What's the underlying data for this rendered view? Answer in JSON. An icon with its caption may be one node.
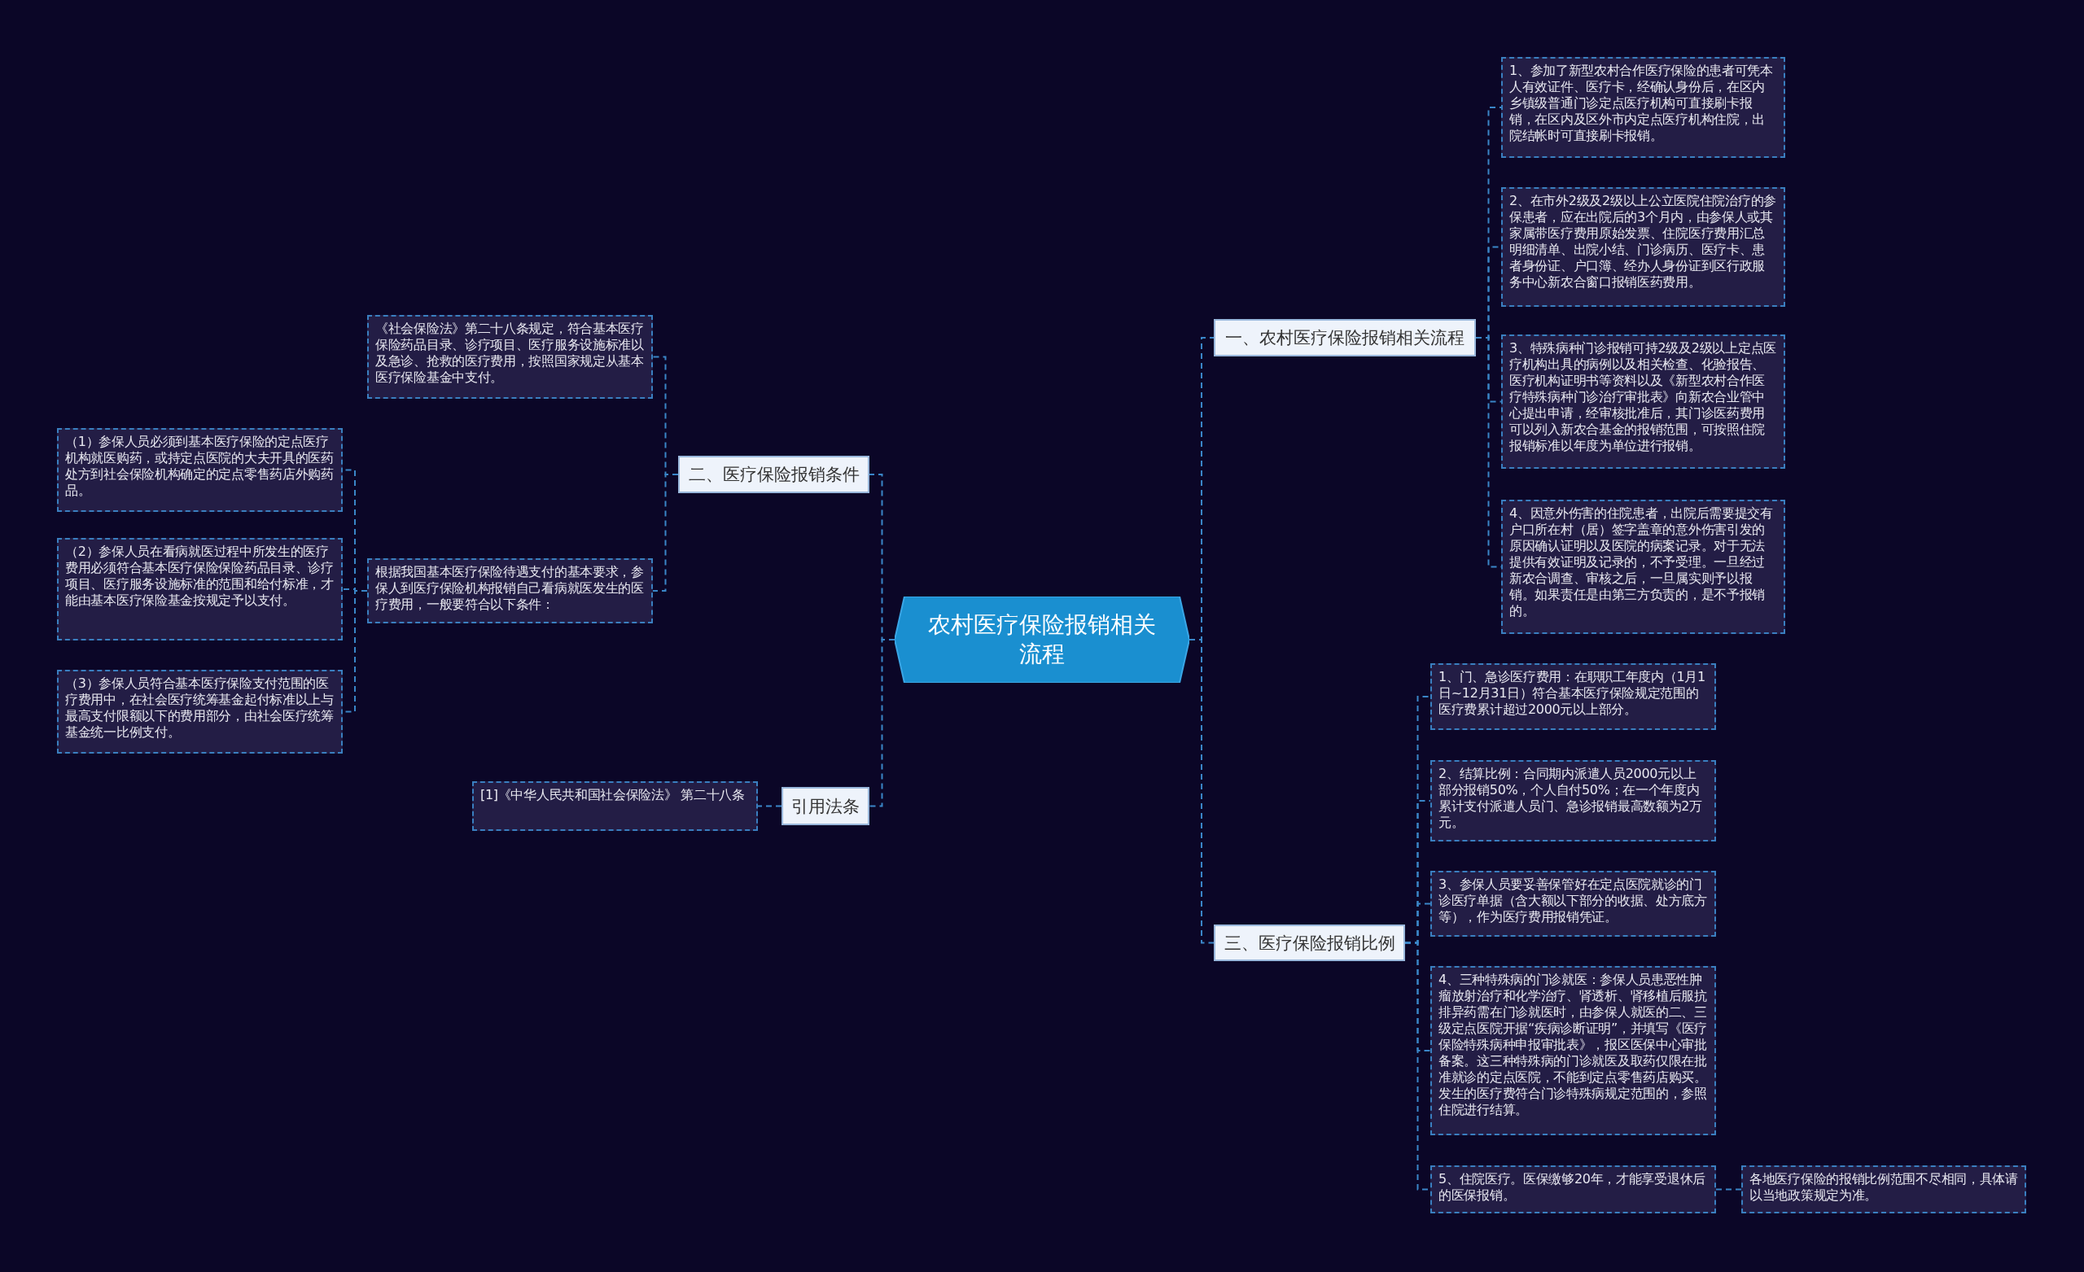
{
  "diagram": {
    "nodes": [
      {
        "text": [
          "农村医疗保险报销相关流程"
        ]
      },
      {
        "text": [
          "一、农村医疗保险报销相关流程"
        ]
      },
      {
        "text": [
          "1、参加了新型农村合作医疗保险的患者可凭本人有效证件、医疗卡，经确认身份后，在区内乡镇级普通门诊定点医疗机构可直接刷卡报销，在区内及区外市内定点医疗机构住院，出院结帐时可直接刷卡报销。"
        ]
      },
      {
        "text": [
          "2、在市外2级及2级以上公立医院住院治疗的参保患者，应在出院后的3个月内，由参保人或其家属带医疗费用原始发票、住院医疗费用汇总明细清单、出院小结、门诊病历、医疗卡、患者身份证、户口簿、经办人身份证到区行政服务中心新农合窗口报销医药费用。"
        ]
      },
      {
        "text": [
          "3、特殊病种门诊报销可持2级及2级以上定点医疗机构出具的病例以及相关检查、化验报告、医疗机构证明书等资料以及《新型农村合作医疗特殊病种门诊治疗审批表》向新农合业管中心提出申请，经审核批准后，其门诊医药费用可以列入新农合基金的报销范围，可按照住院报销标准以年度为单位进行报销。"
        ]
      },
      {
        "text": [
          "4、因意外伤害的住院患者，出院后需要提交有户口所在村（居）签字盖章的意外伤害引发的原因确认证明以及医院的病案记录。对于无法提供有效证明及记录的，不予受理。一旦经过新农合调查、审核之后，一旦属实则予以报销。如果责任是由第三方负责的，是不予报销的。"
        ]
      },
      {
        "text": [
          "二、医疗保险报销条件"
        ]
      },
      {
        "text": [
          "《社会保险法》第二十八条规定，符合基本医疗保险药品目录、诊疗项目、医疗服务设施标准以及急诊、抢救的医疗费用，按照国家规定从基本医疗保险基金中支付。"
        ]
      },
      {
        "text": [
          "根据我国基本医疗保险待遇支付的基本要求，参保人到医疗保险机构报销自己看病就医发生的医疗费用，一般要符合以下条件："
        ]
      },
      {
        "text": [
          "（1）参保人员必须到基本医疗保险的定点医疗机构就医购药，或持定点医院的大夫开具的医药处方到社会保险机构确定的定点零售药店外购药品。"
        ]
      },
      {
        "text": [
          "（2）参保人员在看病就医过程中所发生的医疗费用必须符合基本医疗保险保险药品目录、诊疗项目、医疗服务设施标准的范围和给付标准，才能由基本医疗保险基金按规定予以支付。"
        ]
      },
      {
        "text": [
          "（3）参保人员符合基本医疗保险支付范围的医疗费用中，在社会医疗统筹基金起付标准以上与最高支付限额以下的费用部分，由社会医疗统筹基金统一比例支付。"
        ]
      },
      {
        "text": [
          "引用法条"
        ]
      },
      {
        "text": [
          "[1]《中华人民共和国社会保险法》 第二十八条"
        ]
      },
      {
        "text": [
          "三、医疗保险报销比例"
        ]
      },
      {
        "text": [
          "1、门、急诊医疗费用：在职职工年度内（1月1日~12月31日）符合基本医疗保险规定范围的医疗费累计超过2000元以上部分。"
        ]
      },
      {
        "text": [
          "2、结算比例：合同期内派遣人员2000元以上部分报销50%，个人自付50%；在一个年度内累计支付派遣人员门、急诊报销最高数额为2万元。"
        ]
      },
      {
        "text": [
          "3、参保人员要妥善保管好在定点医院就诊的门诊医疗单据（含大额以下部分的收据、处方底方等），作为医疗费用报销凭证。"
        ]
      },
      {
        "text": [
          "4、三种特殊病的门诊就医：参保人员患恶性肿瘤放射治疗和化学治疗、肾透析、肾移植后服抗排异药需在门诊就医时，由参保人就医的二、三级定点医院开据“疾病诊断证明”，并填写《医疗保险特殊病种申报审批表》，报区医保中心审批备案。这三种特殊病的门诊就医及取药仅限在批准就诊的定点医院，不能到定点零售药店购买。发生的医疗费符合门诊特殊病规定范围的，参照住院进行结算。"
        ]
      },
      {
        "text": [
          "5、住院医疗。医保缴够20年，才能享受退休后的医保报销。"
        ]
      },
      {
        "text": [
          "各地医疗保险的报销比例范围不尽相同，具体请以当地政策规定为准。"
        ]
      }
    ],
    "edges": [
      {
        "from": 0,
        "to": 1,
        "arrow": "none"
      },
      {
        "from": 1,
        "to": 2,
        "arrow": "none"
      },
      {
        "from": 1,
        "to": 3,
        "arrow": "none"
      },
      {
        "from": 1,
        "to": 4,
        "arrow": "none"
      },
      {
        "from": 1,
        "to": 5,
        "arrow": "none"
      },
      {
        "from": 0,
        "to": 6,
        "arrow": "none"
      },
      {
        "from": 6,
        "to": 7,
        "arrow": "none"
      },
      {
        "from": 6,
        "to": 8,
        "arrow": "none"
      },
      {
        "from": 8,
        "to": 9,
        "arrow": "none"
      },
      {
        "from": 8,
        "to": 10,
        "arrow": "none"
      },
      {
        "from": 8,
        "to": 11,
        "arrow": "none"
      },
      {
        "from": 0,
        "to": 12,
        "arrow": "none"
      },
      {
        "from": 12,
        "to": 13,
        "arrow": "none"
      },
      {
        "from": 0,
        "to": 14,
        "arrow": "none"
      },
      {
        "from": 14,
        "to": 15,
        "arrow": "none"
      },
      {
        "from": 14,
        "to": 16,
        "arrow": "none"
      },
      {
        "from": 14,
        "to": 17,
        "arrow": "none"
      },
      {
        "from": 14,
        "to": 18,
        "arrow": "none"
      },
      {
        "from": 14,
        "to": 19,
        "arrow": "none"
      },
      {
        "from": 19,
        "to": 20,
        "arrow": "none"
      }
    ]
  }
}
